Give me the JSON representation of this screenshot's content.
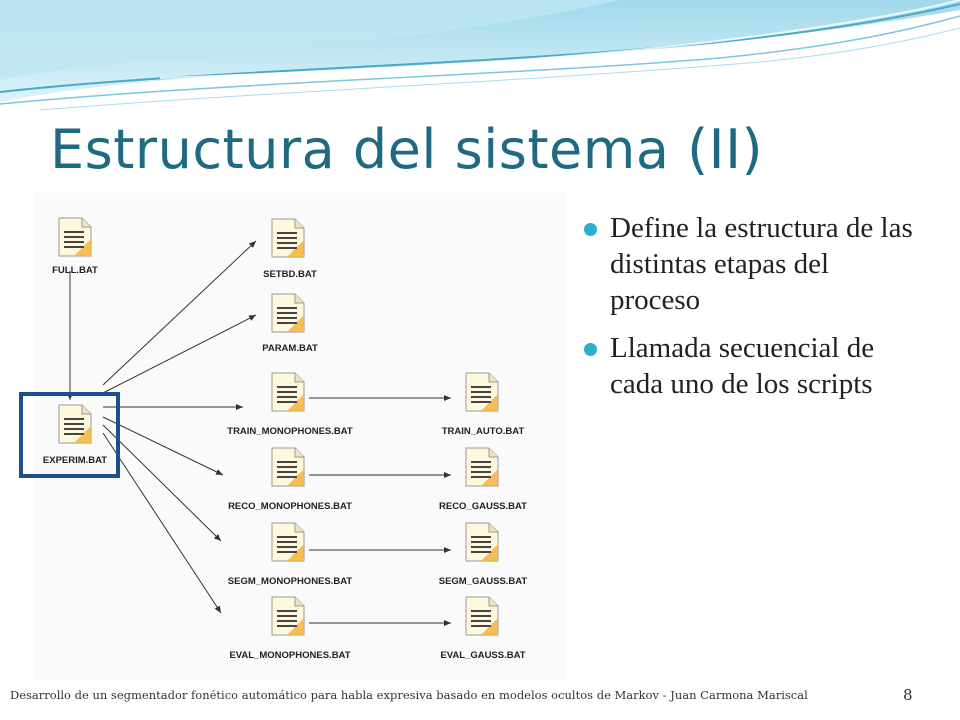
{
  "slide": {
    "title": "Estructura del sistema (II)",
    "bullets": [
      "Define la estructura de las distintas etapas del proceso",
      "Llamada secuencial de cada uno de los scripts"
    ],
    "footer": "Desarrollo de un segmentador fonético automático para habla expresiva basado en modelos ocultos de Markov - Juan Carmona Mariscal",
    "page_number": "8"
  },
  "diagram": {
    "icon": "batch-file-icon",
    "highlighted_node": "EXPERIM.BAT",
    "nodes": [
      "FULL.BAT",
      "EXPERIM.BAT",
      "SETBD.BAT",
      "PARAM.BAT",
      "TRAIN_MONOPHONES.BAT",
      "RECO_MONOPHONES.BAT",
      "SEGM_MONOPHONES.BAT",
      "EVAL_MONOPHONES.BAT",
      "TRAIN_AUTO.BAT",
      "RECO_GAUSS.BAT",
      "SEGM_GAUSS.BAT",
      "EVAL_GAUSS.BAT"
    ],
    "edges": [
      [
        "FULL.BAT",
        "EXPERIM.BAT"
      ],
      [
        "EXPERIM.BAT",
        "SETBD.BAT"
      ],
      [
        "EXPERIM.BAT",
        "PARAM.BAT"
      ],
      [
        "EXPERIM.BAT",
        "TRAIN_MONOPHONES.BAT"
      ],
      [
        "EXPERIM.BAT",
        "RECO_MONOPHONES.BAT"
      ],
      [
        "EXPERIM.BAT",
        "SEGM_MONOPHONES.BAT"
      ],
      [
        "EXPERIM.BAT",
        "EVAL_MONOPHONES.BAT"
      ],
      [
        "TRAIN_MONOPHONES.BAT",
        "TRAIN_AUTO.BAT"
      ],
      [
        "RECO_MONOPHONES.BAT",
        "RECO_GAUSS.BAT"
      ],
      [
        "SEGM_MONOPHONES.BAT",
        "SEGM_GAUSS.BAT"
      ],
      [
        "EVAL_MONOPHONES.BAT",
        "EVAL_GAUSS.BAT"
      ]
    ]
  },
  "colors": {
    "title": "#1f6a82",
    "bullet": "#2ab0cf",
    "highlight_border": "#1d4f8e",
    "header_wave": "#5bb8d4"
  }
}
